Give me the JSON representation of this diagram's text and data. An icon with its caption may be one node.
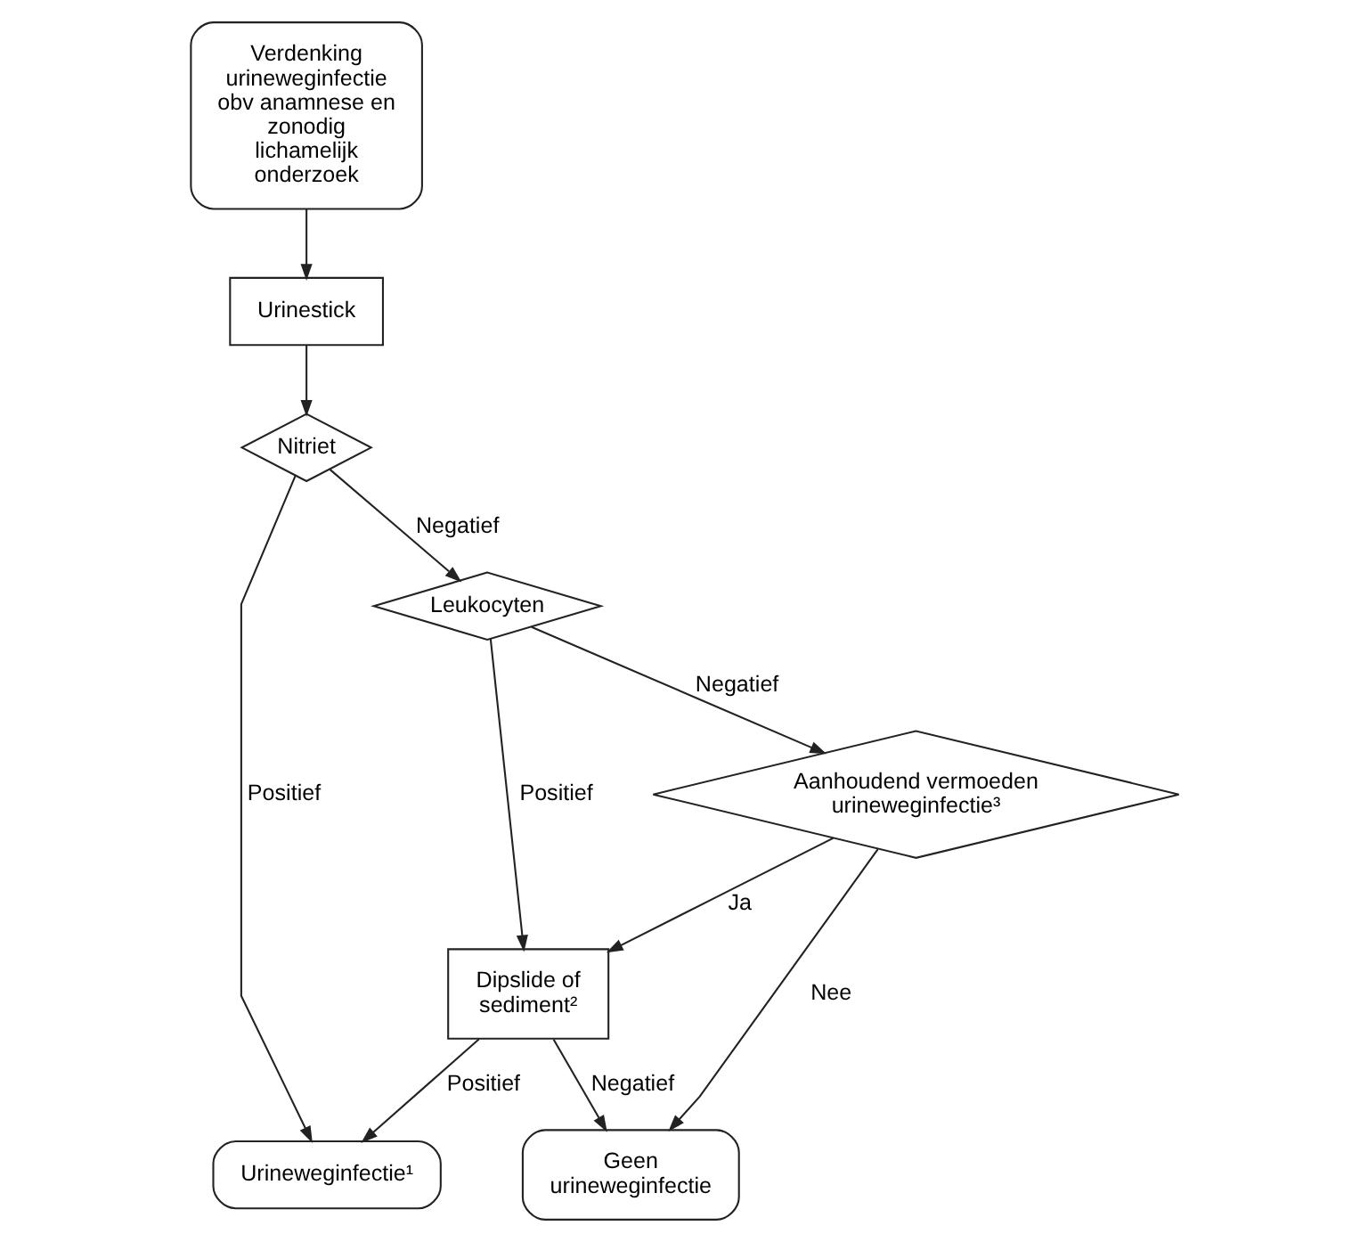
{
  "diagram": {
    "nodes": [
      {
        "text": [
          "Verdenking urineweginfectie obv anamnese en zonodig lichamelijk onderzoek"
        ]
      },
      {
        "text": [
          "Urinestick"
        ]
      },
      {
        "text": [
          "Nitriet"
        ]
      },
      {
        "text": [
          "Leukocyten"
        ]
      },
      {
        "text": [
          "Aanhoudend vermoeden urineweginfectie³"
        ]
      },
      {
        "text": [
          "Dipslide of sediment²"
        ]
      },
      {
        "text": [
          "Urineweginfectie¹"
        ]
      },
      {
        "text": [
          "Geen urineweginfectie"
        ]
      }
    ],
    "edges": [
      {
        "from": 0,
        "to": 1,
        "arrow": "to"
      },
      {
        "from": 1,
        "to": 2,
        "arrow": "to"
      },
      {
        "from": 2,
        "to": 3,
        "label": "Negatief",
        "arrow": "to"
      },
      {
        "from": 2,
        "to": 6,
        "label": "Positief",
        "arrow": "to"
      },
      {
        "from": 3,
        "to": 4,
        "label": "Negatief",
        "arrow": "to"
      },
      {
        "from": 3,
        "to": 5,
        "label": "Positief",
        "arrow": "to"
      },
      {
        "from": 4,
        "to": 5,
        "label": "Ja",
        "arrow": "to"
      },
      {
        "from": 4,
        "to": 7,
        "label": "Nee",
        "arrow": "to"
      },
      {
        "from": 5,
        "to": 6,
        "label": "Positief",
        "arrow": "to"
      },
      {
        "from": 5,
        "to": 7,
        "label": "Negatief",
        "arrow": "to"
      }
    ]
  }
}
